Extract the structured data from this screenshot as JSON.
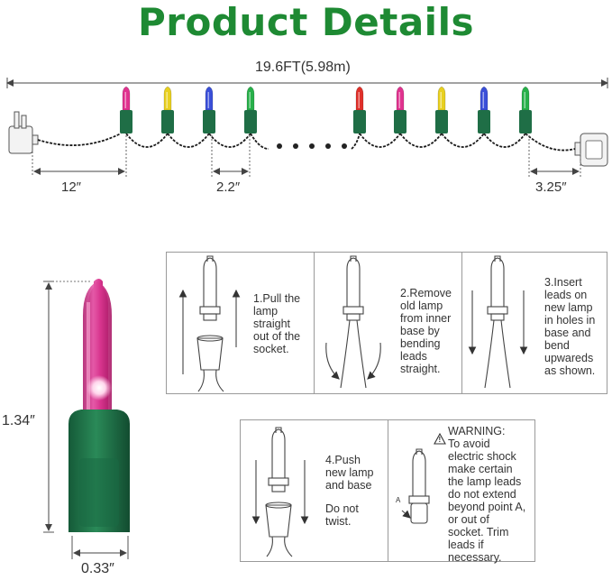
{
  "title": "Product Details",
  "dimensions": {
    "total_length": "19.6FT(5.98m)",
    "lead_length": "12″",
    "bulb_spacing": "2.2″",
    "end_length": "3.25″",
    "bulb_height": "1.34″",
    "bulb_width": "0.33″"
  },
  "bulb_colors_left": [
    "#e0338f",
    "#e8d020",
    "#3a4fd8",
    "#28b04a"
  ],
  "bulb_colors_right": [
    "#e0302a",
    "#e0338f",
    "#e8d020",
    "#3a4fd8",
    "#28b04a"
  ],
  "colors": {
    "title": "#1e8a33",
    "socket": "#1f6e46",
    "wire": "#1a1a1a",
    "pink_bulb": "#d8358e"
  },
  "steps": [
    {
      "text": "1.Pull the\nlamp\nstraight\nout of the\nsocket."
    },
    {
      "text": "2.Remove\nold lamp\nfrom inner\nbase by\nbending\nleads\nstraight."
    },
    {
      "text": "3.Insert\nleads on\nnew lamp\nin holes in\nbase and\nbend\nupwareds\nas shown."
    },
    {
      "text": "4.Push\nnew lamp\nand base",
      "note": "Do not\ntwist."
    }
  ],
  "warning": {
    "heading": "WARNING:",
    "text": "To avoid\nelectric shock\nmake certain\nthe lamp leads\ndo not extend\nbeyond point A,\nor out of\nsocket. Trim\nleads if\nnecessary.",
    "point_label": "A"
  }
}
